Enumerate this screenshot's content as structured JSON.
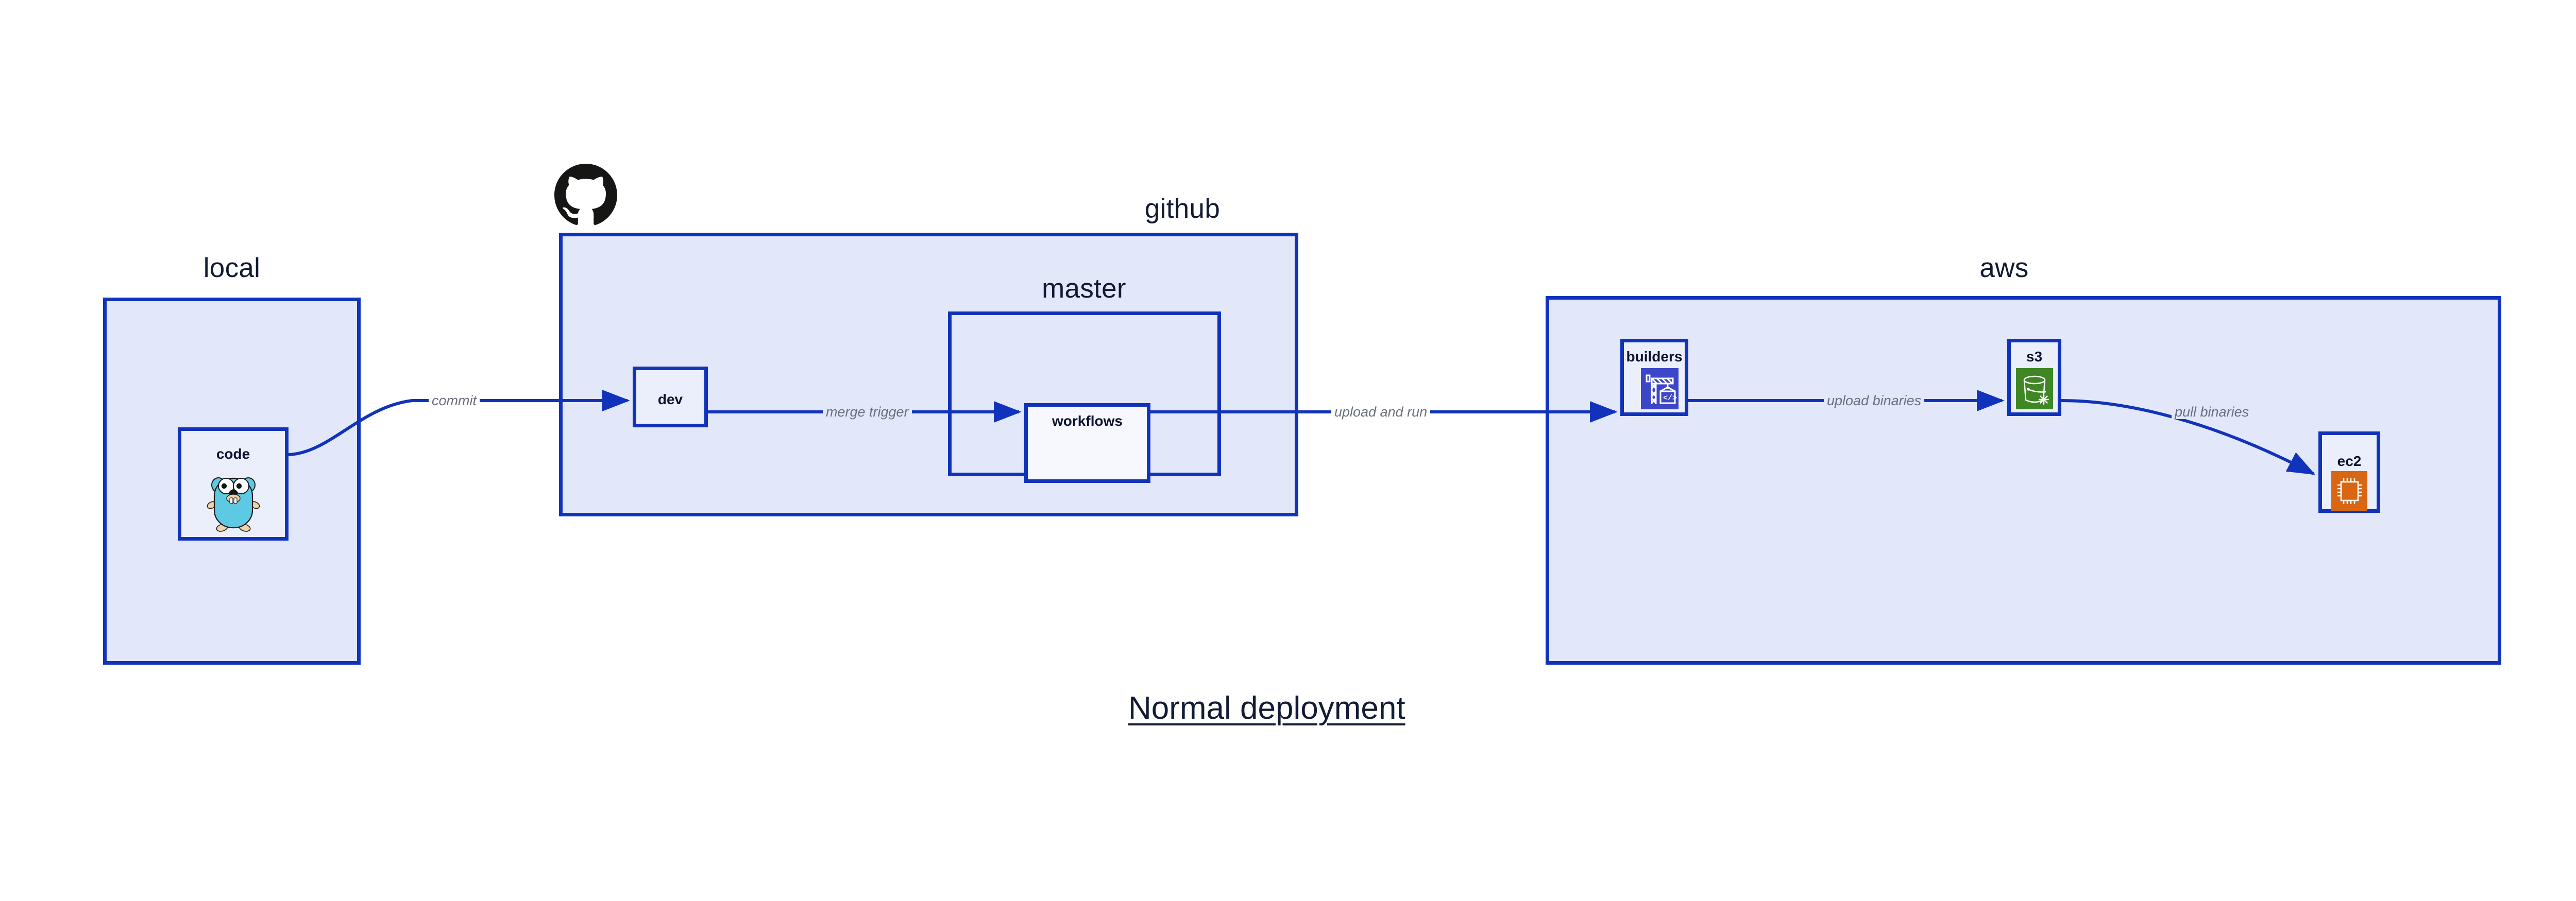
{
  "diagram": {
    "title": "Normal deployment",
    "groups": [
      {
        "id": "local",
        "label": "local"
      },
      {
        "id": "github",
        "label": "github"
      },
      {
        "id": "master",
        "label": "master"
      },
      {
        "id": "aws",
        "label": "aws"
      }
    ],
    "nodes": [
      {
        "id": "code",
        "label": "code",
        "icon": "go-gopher-icon"
      },
      {
        "id": "dev",
        "label": "dev",
        "icon": "none"
      },
      {
        "id": "workflows",
        "label": "workflows",
        "icon": "none"
      },
      {
        "id": "builders",
        "label": "builders",
        "icon": "aws-codebuild-icon"
      },
      {
        "id": "s3",
        "label": "s3",
        "icon": "aws-s3-glacier-icon"
      },
      {
        "id": "ec2",
        "label": "ec2",
        "icon": "aws-ec2-icon"
      }
    ],
    "edges": [
      {
        "id": "commit",
        "from": "code",
        "to": "dev",
        "label": "commit"
      },
      {
        "id": "merge-trigger",
        "from": "dev",
        "to": "workflows",
        "label": "merge trigger"
      },
      {
        "id": "upload-and-run",
        "from": "workflows",
        "to": "builders",
        "label": "upload and run"
      },
      {
        "id": "upload-binaries",
        "from": "builders",
        "to": "s3",
        "label": "upload binaries"
      },
      {
        "id": "pull-binaries",
        "from": "s3",
        "to": "ec2",
        "label": "pull binaries"
      }
    ],
    "logos": [
      {
        "id": "github-logo",
        "name": "github-octocat-logo"
      }
    ],
    "colors": {
      "group_fill": "#e2e7fa",
      "node_fill": "#ebeffc",
      "node_fill_white": "#f6f8fe",
      "border": "#1133bb",
      "edge": "#1133bb",
      "label_text": "#131a33",
      "edge_label_text": "#6a6f7e",
      "go_body": "#5dc9e2",
      "codebuild": "#3c46c8",
      "s3_glacier": "#3f8624",
      "ec2": "#d86613",
      "github_black": "#161614"
    }
  }
}
